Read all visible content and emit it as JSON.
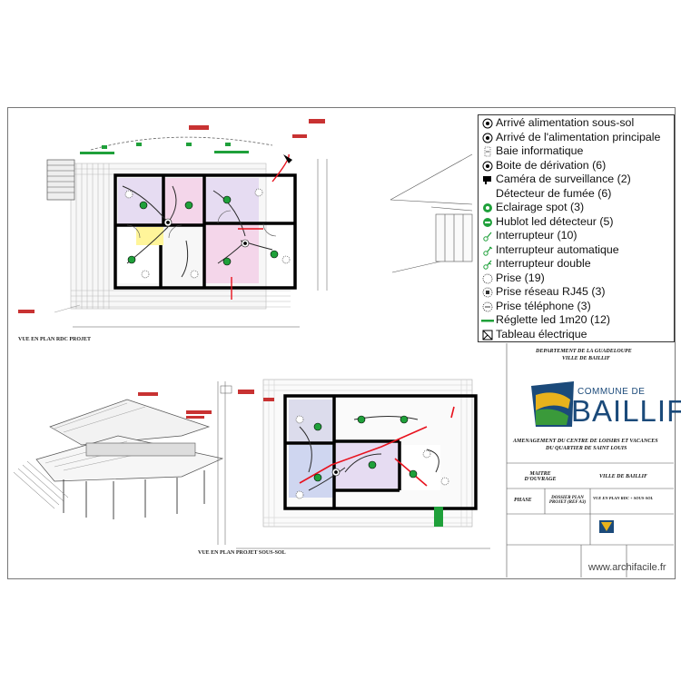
{
  "legend": [
    {
      "label": "Arrivé alimentation sous-sol",
      "icon": "target-dot-icon"
    },
    {
      "label": "Arrivé de l'alimentation principale",
      "icon": "target-dot-icon"
    },
    {
      "label": "Baie informatique",
      "icon": "rack-icon"
    },
    {
      "label": "Boite de dérivation (6)",
      "icon": "target-dot-icon"
    },
    {
      "label": "Caméra de surveillance (2)",
      "icon": "camera-icon"
    },
    {
      "label": "Détecteur de fumée (6)",
      "icon": "none"
    },
    {
      "label": "Eclairage spot (3)",
      "icon": "green-spot-icon"
    },
    {
      "label": "Hublot led détecteur  (5)",
      "icon": "green-spot-icon"
    },
    {
      "label": "Interrupteur (10)",
      "icon": "switch-icon"
    },
    {
      "label": "Interrupteur automatique",
      "icon": "switch-icon"
    },
    {
      "label": "Interrupteur double",
      "icon": "double-switch-icon"
    },
    {
      "label": "Prise (19)",
      "icon": "socket-icon"
    },
    {
      "label": "Prise réseau RJ45 (3)",
      "icon": "socket-icon"
    },
    {
      "label": "Prise téléphone (3)",
      "icon": "socket-icon"
    },
    {
      "label": "Réglette led 1m20 (12)",
      "icon": "led-strip-icon"
    },
    {
      "label": "Tableau électrique",
      "icon": "panel-icon"
    }
  ],
  "captions": {
    "rdc": "VUE EN PLAN RDC PROJET",
    "sous_sol": "VUE EN PLAN PROJET SOUS-SOL"
  },
  "title_block": {
    "department": "DEPARTEMENT DE LA GUADELOUPE",
    "town": "VILLE DE BAILLIF",
    "project_line1": "AMENAGEMENT DU CENTRE DE LOISIRS ET VACANCES",
    "project_line2": "DU QUARTIER DE SAINT LOUIS",
    "maitre_label": "MAITRE D'OUVRAGE",
    "maitre_value": "VILLE DE BAILLIF",
    "phase_label": "PHASE",
    "phase_value": "DOSSIER PLAN PROJET (REF A3)",
    "plan_label": "VUE EN PLAN RDC + SOUS-SOL"
  },
  "logo": {
    "commune": "COMMUNE DE",
    "name": "BAILLIF"
  },
  "watermark": "www.archifacile.fr",
  "colors": {
    "wall": "#000000",
    "red_wire": "#e8121e",
    "dark_wire": "#2a2a2a",
    "green": "#1fa03a",
    "room_violet": "#e6dcf2",
    "room_pink": "#f4d6ea",
    "room_blue": "#cfd6f0",
    "logo_blue": "#1b4a7a",
    "logo_gold": "#e8b21c"
  }
}
